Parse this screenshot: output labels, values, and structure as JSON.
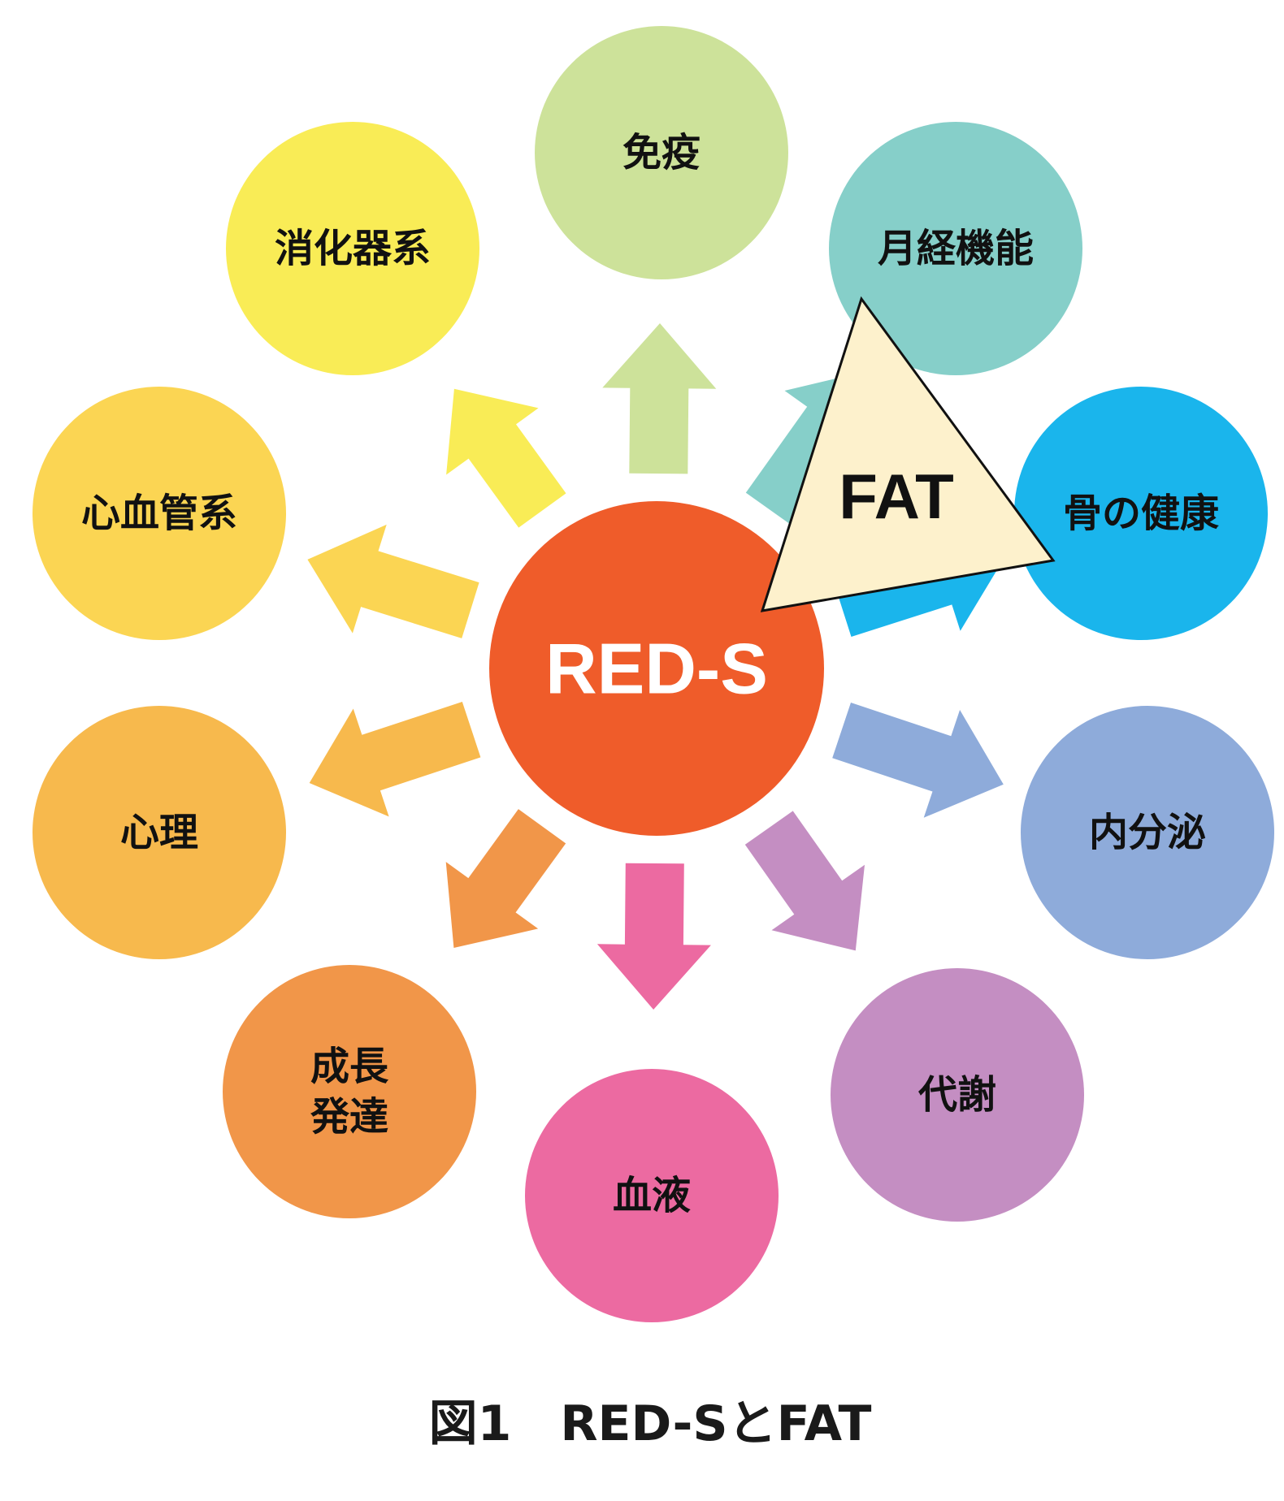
{
  "center": {
    "label": "RED-S",
    "color": "#ef5c2a"
  },
  "fat": {
    "label": "FAT",
    "fill": "#fdf1cc",
    "stroke": "#111111"
  },
  "nodes": [
    {
      "id": "immunity",
      "lines": [
        "免疫"
      ],
      "color": "#cde29a"
    },
    {
      "id": "menstrual",
      "lines": [
        "月経機能"
      ],
      "color": "#86cfc9"
    },
    {
      "id": "bone",
      "lines": [
        "骨の健康"
      ],
      "color": "#1ab5ec"
    },
    {
      "id": "endocrine",
      "lines": [
        "内分泌"
      ],
      "color": "#8eabda"
    },
    {
      "id": "metabolism",
      "lines": [
        "代謝"
      ],
      "color": "#c48ec2"
    },
    {
      "id": "blood",
      "lines": [
        "血液"
      ],
      "color": "#ec6aa1"
    },
    {
      "id": "growth",
      "lines": [
        "成長",
        "発達"
      ],
      "color": "#f19649"
    },
    {
      "id": "psychology",
      "lines": [
        "心理"
      ],
      "color": "#f7b94d"
    },
    {
      "id": "cardiovascular",
      "lines": [
        "心血管系"
      ],
      "color": "#fbd553"
    },
    {
      "id": "digestive",
      "lines": [
        "消化器系"
      ],
      "color": "#f9ec56"
    }
  ],
  "caption": "図1　RED-SとFAT"
}
